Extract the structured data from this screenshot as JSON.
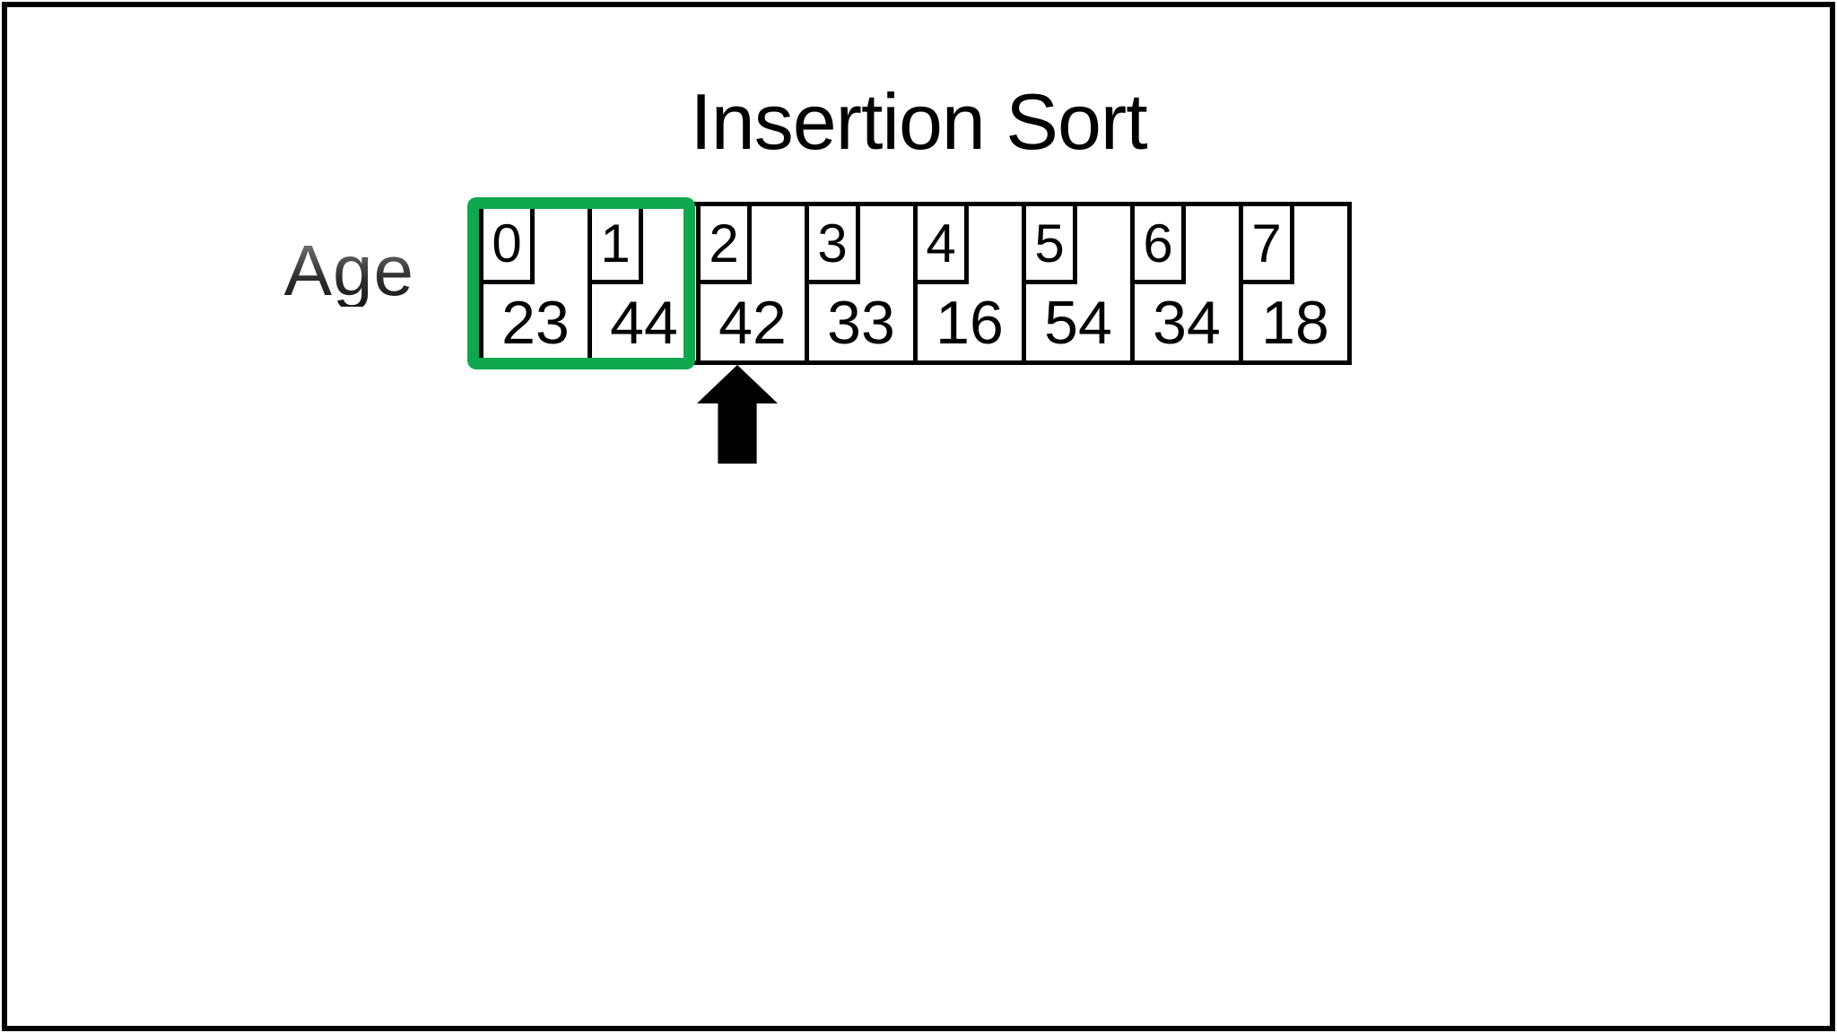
{
  "title": "Insertion Sort",
  "row_label": "Age",
  "array": {
    "cells": [
      {
        "index": "0",
        "value": "23",
        "highlighted": true,
        "arrow": false
      },
      {
        "index": "1",
        "value": "44",
        "highlighted": true,
        "arrow": false
      },
      {
        "index": "2",
        "value": "42",
        "highlighted": false,
        "arrow": true
      },
      {
        "index": "3",
        "value": "33",
        "highlighted": false,
        "arrow": false
      },
      {
        "index": "4",
        "value": "16",
        "highlighted": false,
        "arrow": false
      },
      {
        "index": "5",
        "value": "54",
        "highlighted": false,
        "arrow": false
      },
      {
        "index": "6",
        "value": "34",
        "highlighted": false,
        "arrow": false
      },
      {
        "index": "7",
        "value": "18",
        "highlighted": false,
        "arrow": false
      }
    ],
    "sorted_region": {
      "from_index": 0,
      "to_index": 1
    },
    "arrow_points_to_index": 2
  },
  "icons": {
    "pointer": "up-arrow-icon"
  },
  "colors": {
    "highlight_green": "#0FA84F",
    "border_black": "#000000",
    "age_label_gray": "#3A3A3A",
    "background": "#FFFFFF"
  }
}
